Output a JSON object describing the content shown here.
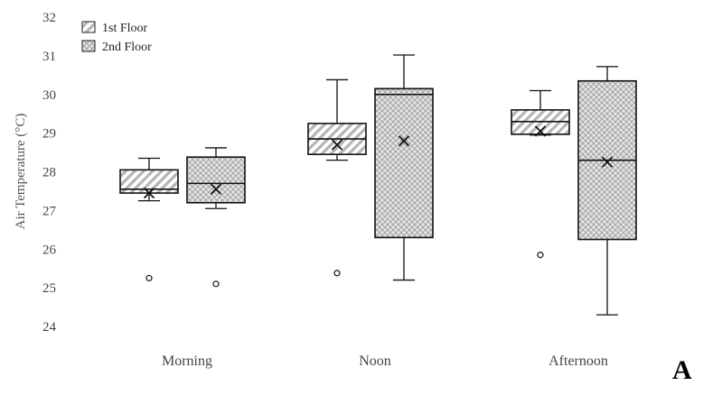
{
  "chart_data": {
    "type": "box",
    "categories": [
      "Morning",
      "Noon",
      "Afternoon"
    ],
    "ylabel": "Air Temperature (°C)",
    "ylim": [
      24,
      32
    ],
    "yticks": [
      24,
      25,
      26,
      27,
      28,
      29,
      30,
      31,
      32
    ],
    "grid": false,
    "legend_position": "top-left",
    "panel_label": "A",
    "series": [
      {
        "name": "1st Floor",
        "pattern": "diagonal-hatch",
        "boxes": [
          {
            "min": 27.25,
            "q1": 27.45,
            "median": 27.55,
            "q3": 28.05,
            "max": 28.35,
            "mean": 27.45,
            "outliers": [
              25.25
            ]
          },
          {
            "min": 28.3,
            "q1": 28.45,
            "median": 28.85,
            "q3": 29.25,
            "max": 30.38,
            "mean": 28.7,
            "outliers": [
              25.38
            ]
          },
          {
            "min": 28.95,
            "q1": 28.97,
            "median": 29.3,
            "q3": 29.6,
            "max": 30.1,
            "mean": 29.05,
            "outliers": [
              25.85
            ]
          }
        ]
      },
      {
        "name": "2nd Floor",
        "pattern": "crosshatch",
        "boxes": [
          {
            "min": 27.05,
            "q1": 27.2,
            "median": 27.7,
            "q3": 28.38,
            "max": 28.62,
            "mean": 27.55,
            "outliers": [
              25.1
            ]
          },
          {
            "min": 25.2,
            "q1": 26.3,
            "median": 30.0,
            "q3": 30.15,
            "max": 31.02,
            "mean": 28.8,
            "outliers": []
          },
          {
            "min": 24.3,
            "q1": 26.25,
            "median": 28.3,
            "q3": 30.35,
            "max": 30.72,
            "mean": 28.25,
            "outliers": []
          }
        ]
      }
    ]
  }
}
